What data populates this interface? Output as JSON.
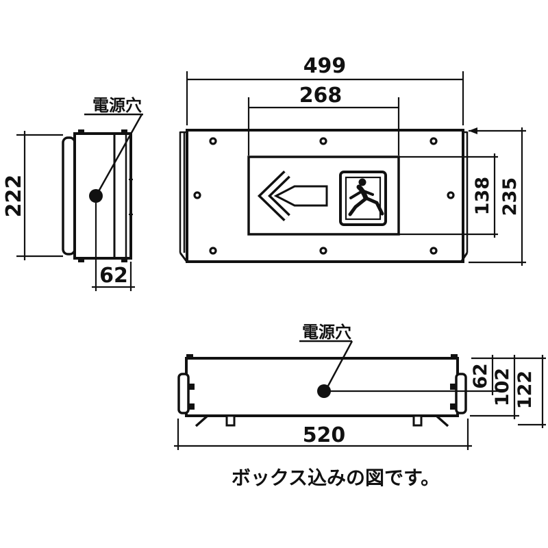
{
  "colors": {
    "line": "#111111",
    "background": "#ffffff"
  },
  "caption": "ボックス込みの図です。",
  "side_view": {
    "power_hole_label": "電源穴",
    "dim_height": "222",
    "dim_hole_offset": "62"
  },
  "front_view": {
    "dim_overall_width": "499",
    "dim_panel_width": "268",
    "dim_panel_height": "138",
    "dim_overall_height": "235"
  },
  "bottom_view": {
    "power_hole_label": "電源穴",
    "dim_hole_depth": "62",
    "dim_body_depth": "102",
    "dim_overall_depth": "122",
    "dim_overall_width": "520"
  }
}
